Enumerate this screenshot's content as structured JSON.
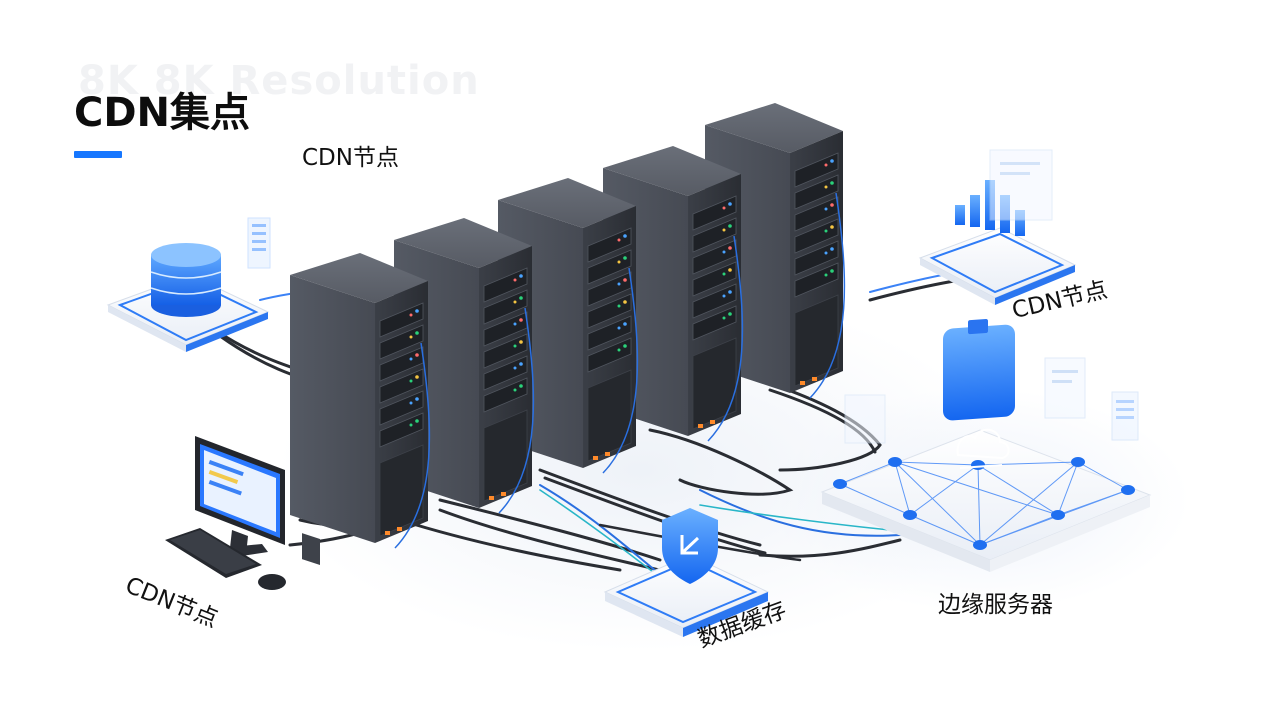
{
  "header": {
    "ghost_text": "8K  8K Resolution",
    "title": "CDN集点"
  },
  "labels": {
    "top_node": "CDN节点",
    "right_node": "CDN节点",
    "left_node": "CDN节点",
    "data_cache": "数据缓存",
    "edge_server": "边缘服务器"
  },
  "icons": {
    "database": "database-icon",
    "analytics": "bar-chart-icon",
    "monitor": "desktop-monitor-icon",
    "keyboard": "keyboard-icon",
    "mouse": "mouse-icon",
    "shield": "shield-icon",
    "cloud_network": "cloud-network-icon",
    "server_rack": "server-rack-icon"
  },
  "colors": {
    "accent": "#1677ff",
    "server_body": "#4a4e57",
    "server_dark": "#2c2f36",
    "cable_dark": "#2a2d33",
    "cable_blue": "#2a6fe0",
    "platform": "#f5f7fb"
  },
  "server_rack_count": 5
}
